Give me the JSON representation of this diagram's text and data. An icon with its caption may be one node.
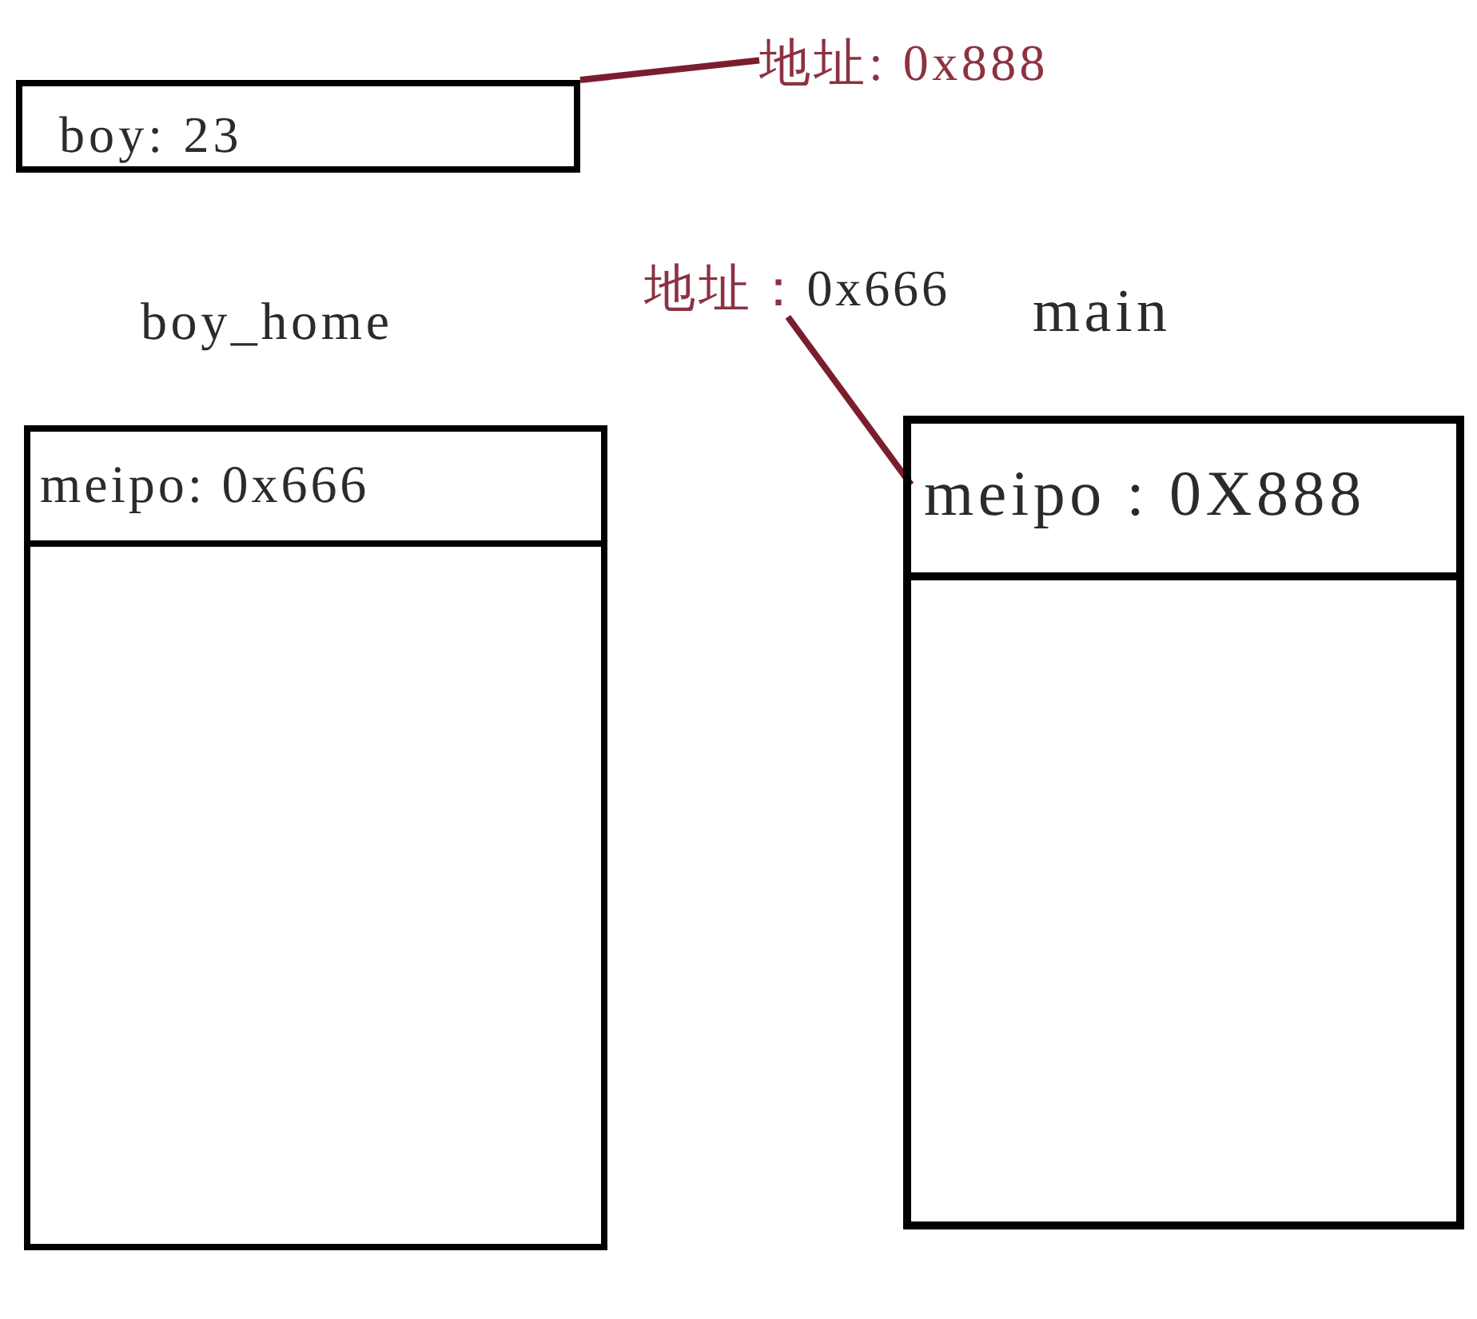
{
  "diagram": {
    "nodes": [
      {
        "text": [
          "boy: 23"
        ]
      },
      {
        "text": [
          "地址: 0x888"
        ]
      },
      {
        "text": [
          "boy_home"
        ]
      },
      {
        "text": [
          "meipo: 0x666"
        ],
        "in": 2
      },
      {
        "text": [
          "地址：0x666"
        ]
      },
      {
        "text": [
          "main"
        ]
      },
      {
        "text": [
          "meipo : 0X888"
        ],
        "in": 5
      }
    ],
    "edges": [
      {
        "from": 1,
        "to": 0,
        "arrow": "none"
      },
      {
        "from": 4,
        "to": 6,
        "arrow": "none"
      }
    ]
  }
}
